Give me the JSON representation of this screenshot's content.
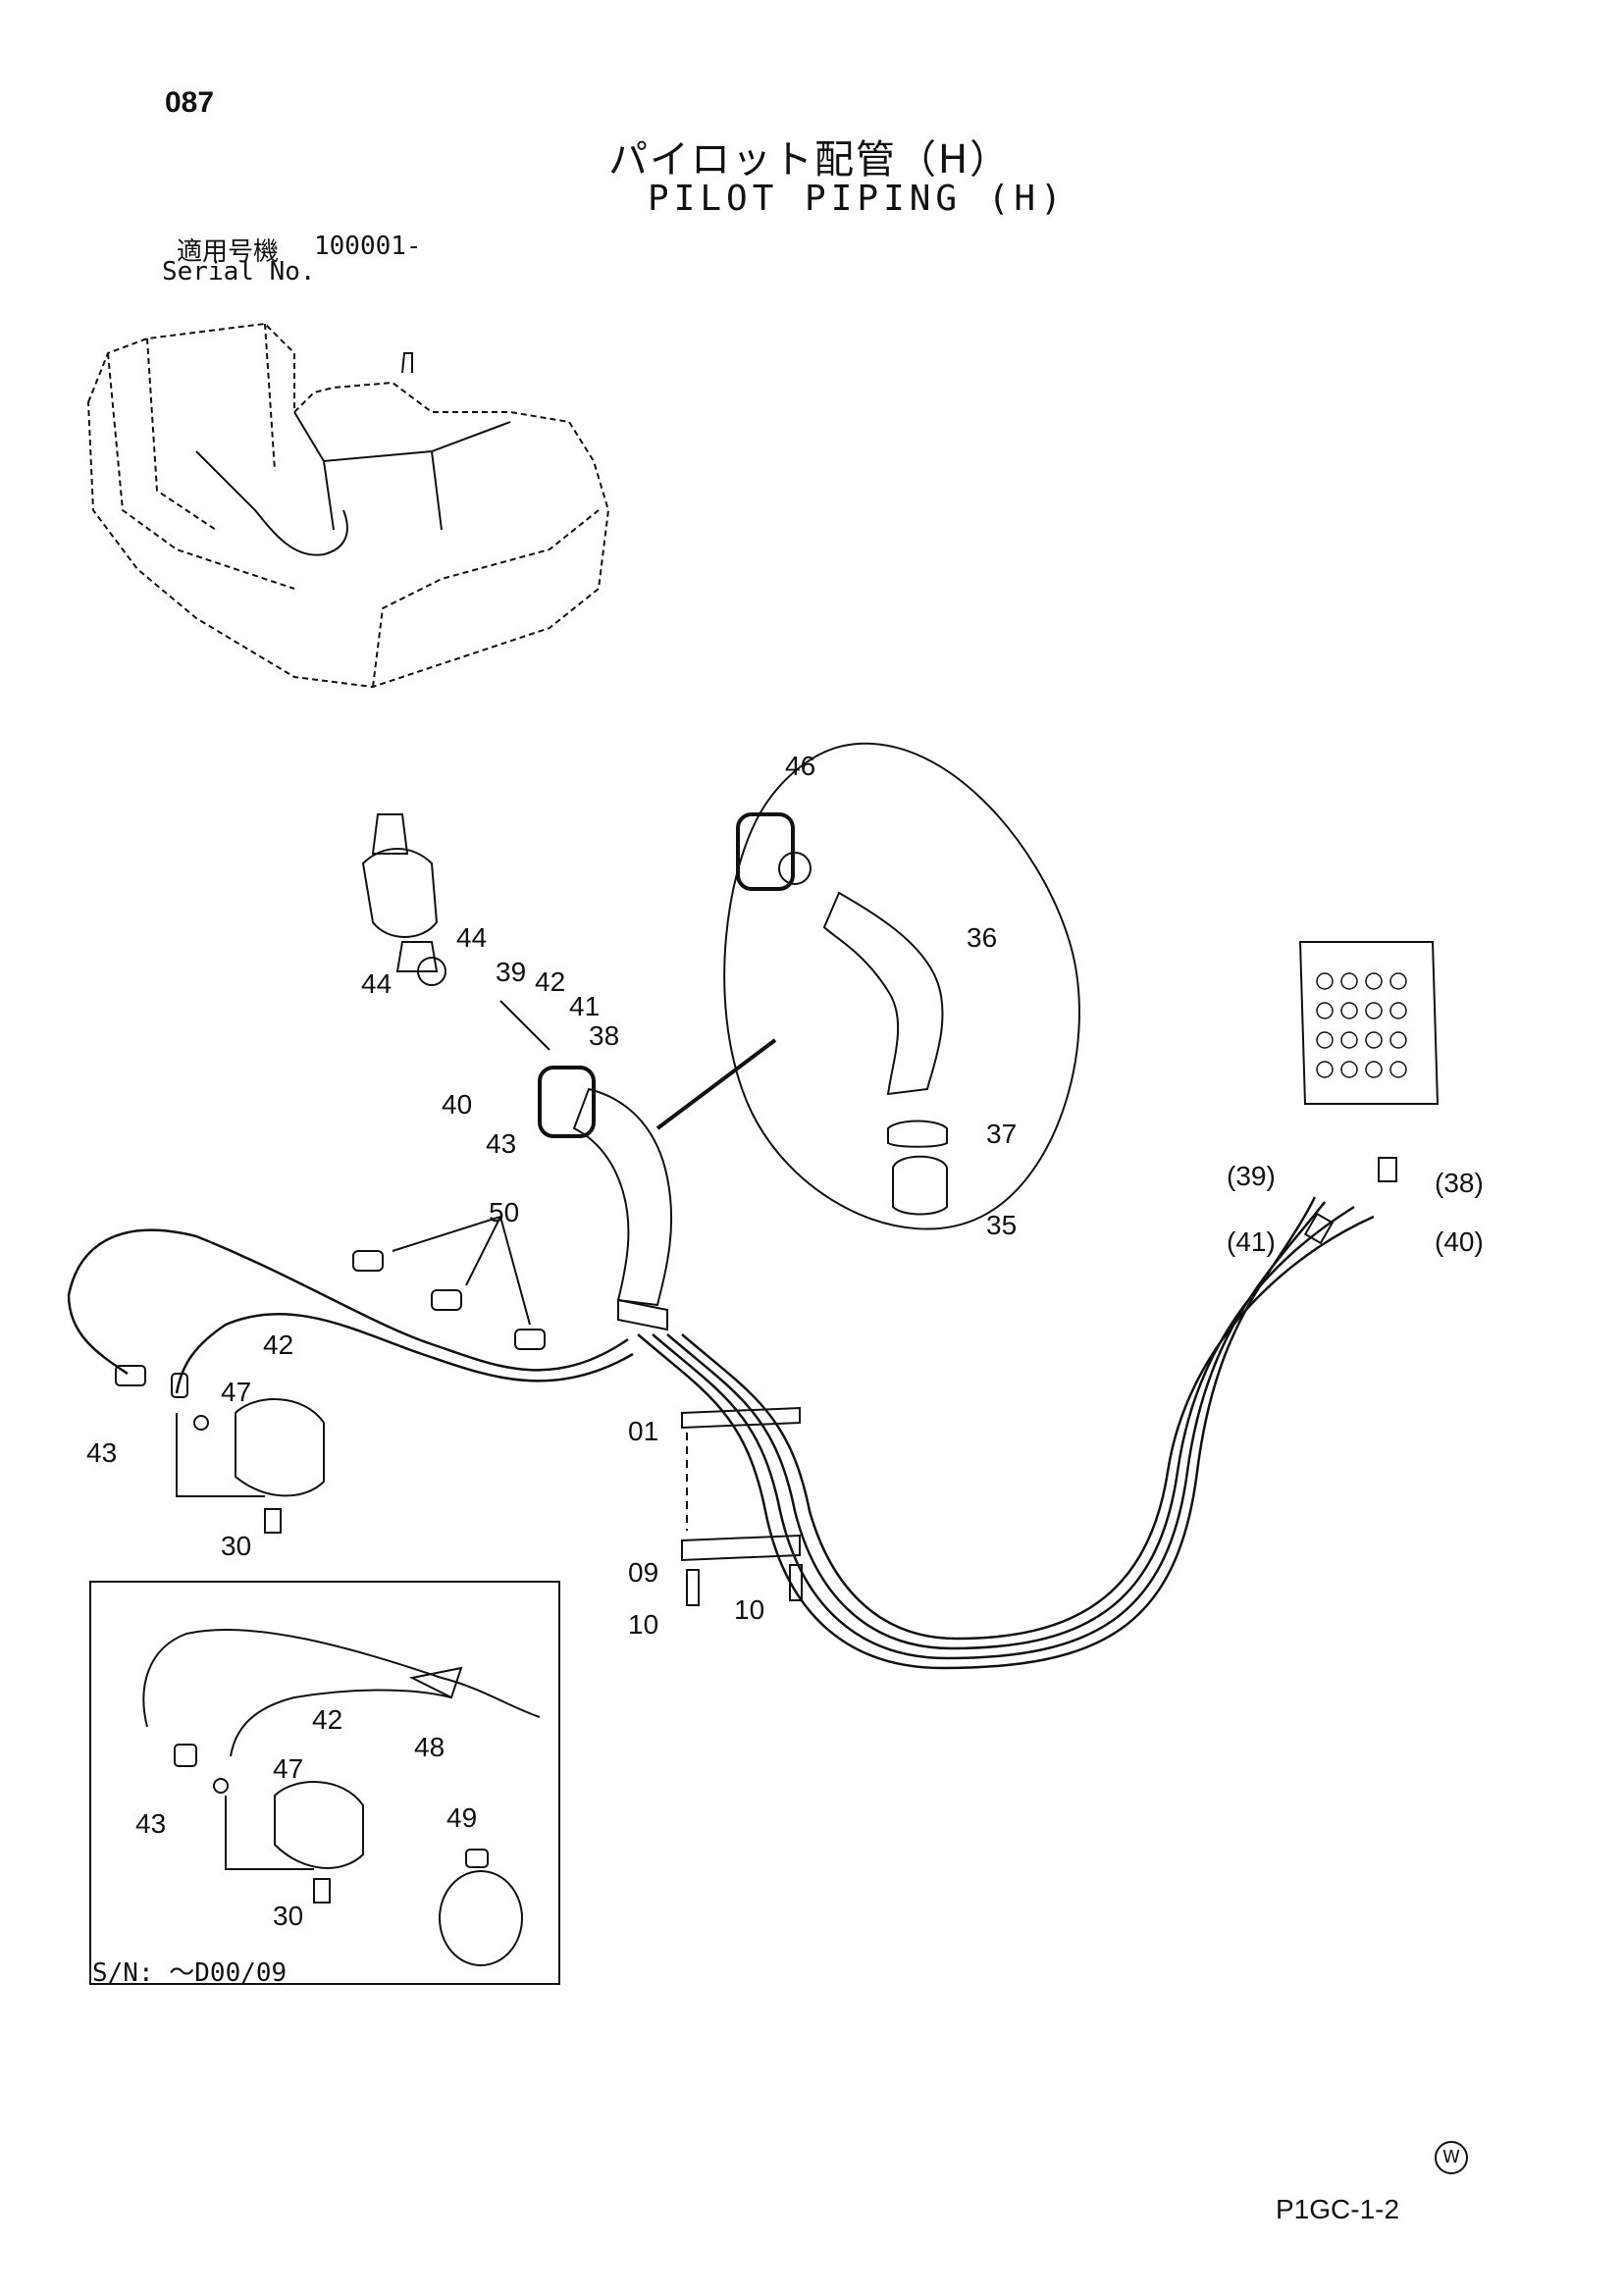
{
  "header": {
    "page_number": "087",
    "title_jp": "パイロット配管（H）",
    "title_en": "PILOT PIPING (H)",
    "serial_label_jp": "適用号機",
    "serial_value": "100001-",
    "serial_label_en": "Serial No."
  },
  "inset": {
    "sn_label": "S/N: ～D00/09"
  },
  "footer": {
    "watermark_symbol": "W",
    "code": "P1GC-1-2"
  },
  "callouts": {
    "c46": "46",
    "c36": "36",
    "c37": "37",
    "c35": "35",
    "c44a": "44",
    "c44b": "44",
    "c39": "39",
    "c42": "42",
    "c41": "41",
    "c38": "38",
    "c40": "40",
    "c43": "43",
    "c50": "50",
    "c42b": "42",
    "c47": "47",
    "c43b": "43",
    "c30": "30",
    "c01": "01",
    "c09": "09",
    "c10a": "10",
    "c10b": "10",
    "r39": "(39)",
    "r38": "(38)",
    "r41": "(41)",
    "r40": "(40)",
    "i42": "42",
    "i48": "48",
    "i47": "47",
    "i43": "43",
    "i49": "49",
    "i30": "30"
  }
}
